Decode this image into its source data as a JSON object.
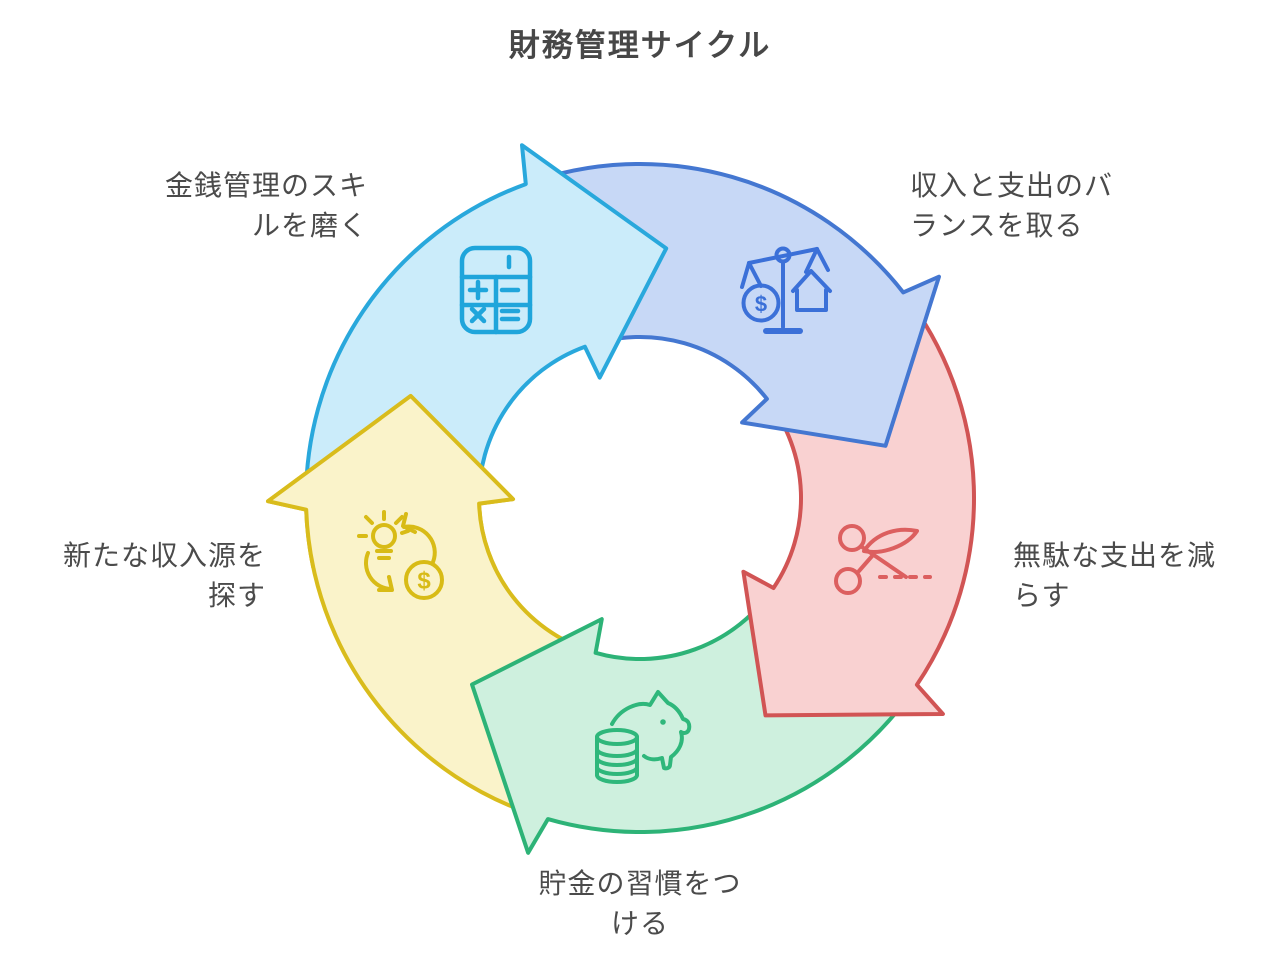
{
  "title": "財務管理サイクル",
  "segments": [
    {
      "id": "skills",
      "label_line1": "金銭管理のスキ",
      "label_line2": "ルを磨く",
      "icon": "calculator-icon",
      "fill": "#CBECFA",
      "stroke": "#29A8DC",
      "icon_color": "#1FA5DB"
    },
    {
      "id": "balance",
      "label_line1": "収入と支出のバ",
      "label_line2": "ランスを取る",
      "icon": "balance-scale-icon",
      "fill": "#C7D8F6",
      "stroke": "#4477D1",
      "icon_color": "#3B70D8"
    },
    {
      "id": "reduce-spending",
      "label_line1": "無駄な支出を減",
      "label_line2": "らす",
      "icon": "scissors-icon",
      "fill": "#F9D1D1",
      "stroke": "#D15454",
      "icon_color": "#DC5F5F"
    },
    {
      "id": "saving-habit",
      "label_line1": "貯金の習慣をつ",
      "label_line2": "ける",
      "icon": "piggy-bank-icon",
      "fill": "#CEF0DE",
      "stroke": "#2DB377",
      "icon_color": "#2FB77B"
    },
    {
      "id": "new-income",
      "label_line1": "新たな収入源を",
      "label_line2": "探す",
      "icon": "idea-money-icon",
      "fill": "#FAF3CA",
      "stroke": "#D9BC1C",
      "icon_color": "#D8BB16"
    }
  ],
  "icon_glyphs": {
    "dollar": "$"
  }
}
